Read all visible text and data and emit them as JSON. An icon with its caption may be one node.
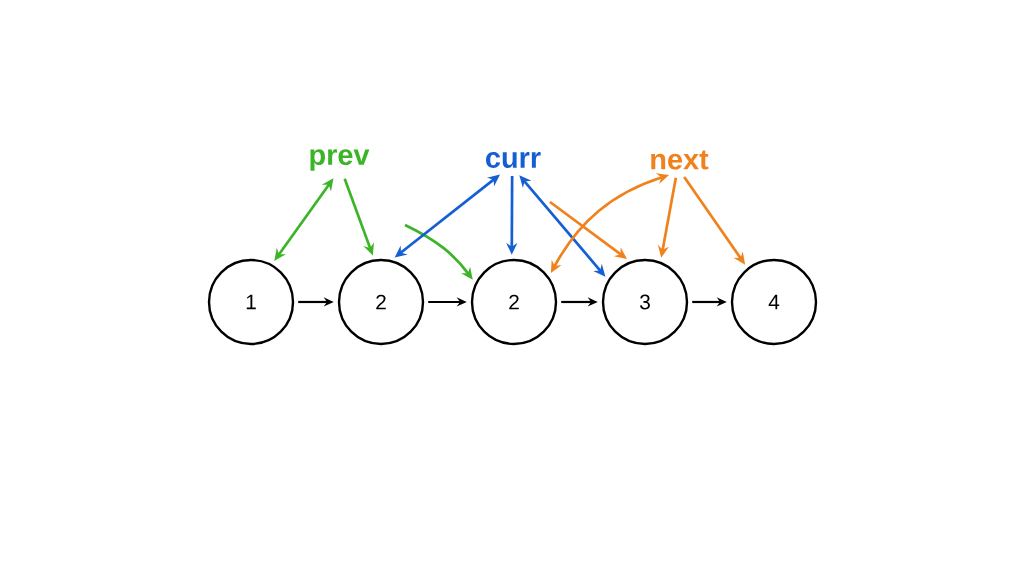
{
  "diagram": {
    "nodes": [
      {
        "text": [
          "prev"
        ]
      },
      {
        "text": [
          "curr"
        ]
      },
      {
        "text": [
          "next"
        ]
      },
      {
        "text": [
          "1"
        ]
      },
      {
        "text": [
          "2"
        ]
      },
      {
        "text": [
          "2"
        ]
      },
      {
        "text": [
          "3"
        ]
      },
      {
        "text": [
          "4"
        ]
      }
    ],
    "edges": [
      {
        "from": 3,
        "to": 4,
        "arrow": "to"
      },
      {
        "from": 4,
        "to": 5,
        "arrow": "to"
      },
      {
        "from": 5,
        "to": 6,
        "arrow": "to"
      },
      {
        "from": 6,
        "to": 7,
        "arrow": "to"
      },
      {
        "from": 0,
        "to": 3,
        "arrow": "both",
        "color": "#3cb428"
      },
      {
        "from": 0,
        "to": 4,
        "arrow": "to",
        "color": "#3cb428"
      },
      {
        "from": null,
        "to": 5,
        "arrow": "to",
        "color": "#3cb428"
      },
      {
        "from": 1,
        "to": 4,
        "arrow": "both",
        "color": "#155fd2"
      },
      {
        "from": 1,
        "to": 5,
        "arrow": "to",
        "color": "#155fd2"
      },
      {
        "from": 1,
        "to": 6,
        "arrow": "both",
        "color": "#155fd2"
      },
      {
        "from": null,
        "to": 6,
        "arrow": "to",
        "color": "#f0821e"
      },
      {
        "from": 2,
        "to": 5,
        "arrow": "both",
        "color": "#f0821e"
      },
      {
        "from": 2,
        "to": 6,
        "arrow": "to",
        "color": "#f0821e"
      },
      {
        "from": 2,
        "to": 7,
        "arrow": "to",
        "color": "#f0821e"
      }
    ]
  }
}
